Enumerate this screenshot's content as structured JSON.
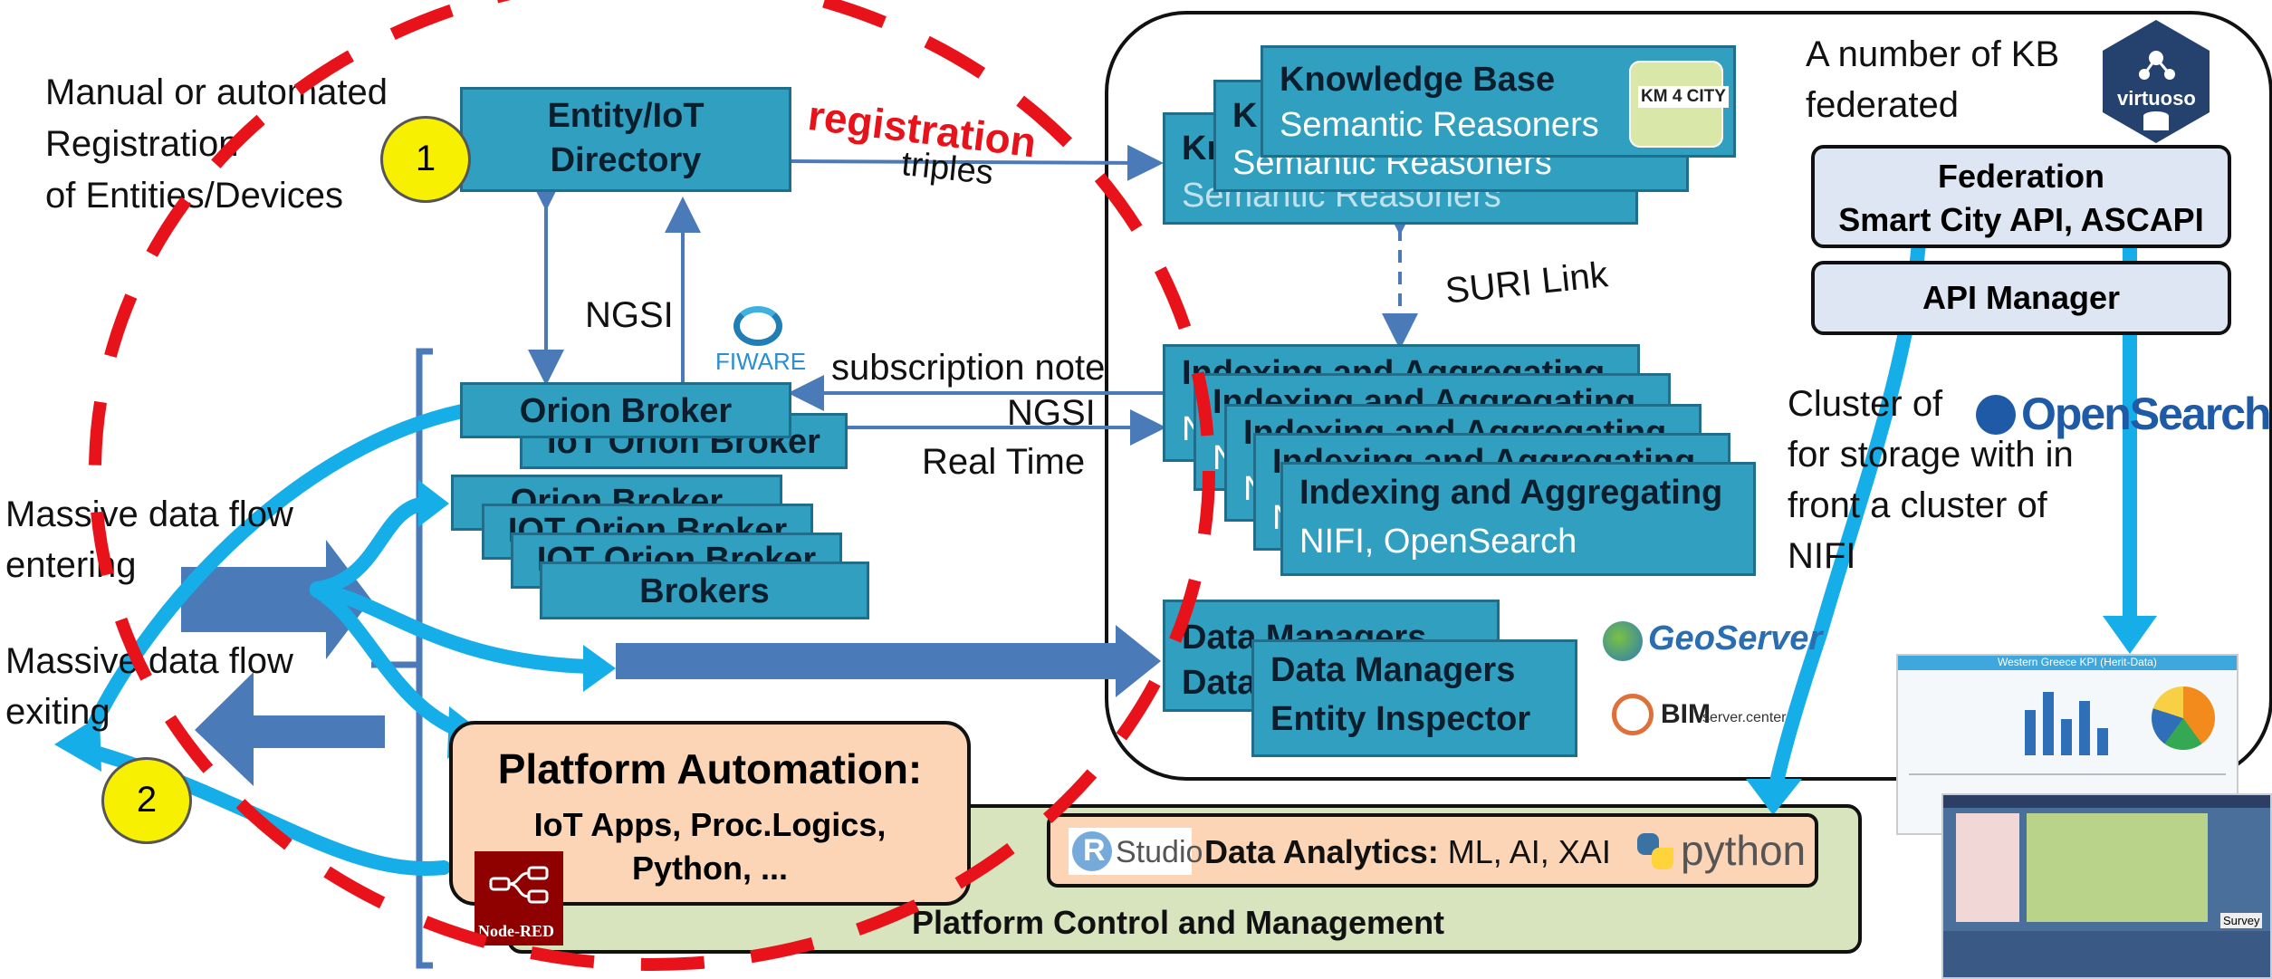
{
  "left": {
    "registration_line1": "Manual or automated",
    "registration_line2": "Registration",
    "registration_line3": "of Entities/Devices",
    "marker1": "1",
    "marker2": "2",
    "massive_in_1": "Massive data flow",
    "massive_in_2": "entering",
    "massive_out_1": "Massive data flow",
    "massive_out_2": "exiting"
  },
  "directory": {
    "line1": "Entity/IoT",
    "line2": "Directory"
  },
  "ngsi": "NGSI",
  "fiware": "FIWARE",
  "orion": {
    "main": "Orion Broker",
    "second": "IoT Orion Broker",
    "stack1": "Orion Broker",
    "stack2": "IOT Orion Broker",
    "stack3": "IOT Orion Broker",
    "stack4": "Brokers"
  },
  "links": {
    "registration": "registration",
    "triples": "triples",
    "subscription": "subscription note",
    "ngsi": "NGSI",
    "realtime": "Real Time",
    "suri": "SURI Link"
  },
  "kb": {
    "title": "Knowledge Base",
    "subtitle": "Semantic Reasoners",
    "back_title": "Kn",
    "mid_title": "K",
    "back_subtitle": "Semantic Reasoners",
    "logo": "KM 4 CITY"
  },
  "indexing": {
    "title": "Indexing and Aggregating",
    "subtitle": "NIFI, OpenSearch",
    "stub": "N"
  },
  "data_managers": {
    "title": "Data Managers",
    "subtitle": "Entity Inspector",
    "back_title": "Data Managers",
    "back_sub": "Data"
  },
  "right": {
    "kb_federated_1": "A number of KB",
    "kb_federated_2": "federated",
    "virtuoso": "virtuoso",
    "federation_1": "Federation",
    "federation_2": "Smart City API, ASCAPI",
    "api_manager": "API Manager",
    "cluster_1": "Cluster of",
    "cluster_2": "for storage with in",
    "cluster_3": "front a cluster of",
    "cluster_4": "NIFI",
    "opensearch": "OpenSearch",
    "geoserver": "GeoServer",
    "bimserver": "BIM",
    "bimserver_small": "server.center",
    "dashboard_title": "Western Greece KPI (Herit-Data)",
    "survey": "Survey"
  },
  "automation": {
    "title": "Platform Automation:",
    "line2": "IoT Apps, Proc.Logics,",
    "line3": "Python, ...",
    "nodered": "Node-RED"
  },
  "analytics": {
    "rstudio_r": "R",
    "rstudio": "Studio",
    "label_bold": "Data Analytics:",
    "label_rest": " ML, AI, XAI",
    "python": "python",
    "control": "Platform Control and Management"
  },
  "colors": {
    "box_fill": "#31a0c0",
    "box_border": "#1f6f8c",
    "red_dash": "#e8121a",
    "flow_blue": "#16aee8",
    "arrow_blue": "#4a7ab8",
    "automation_fill": "#fbd5b5",
    "control_fill": "#d7e4bd",
    "marker_fill": "#f7f000"
  }
}
